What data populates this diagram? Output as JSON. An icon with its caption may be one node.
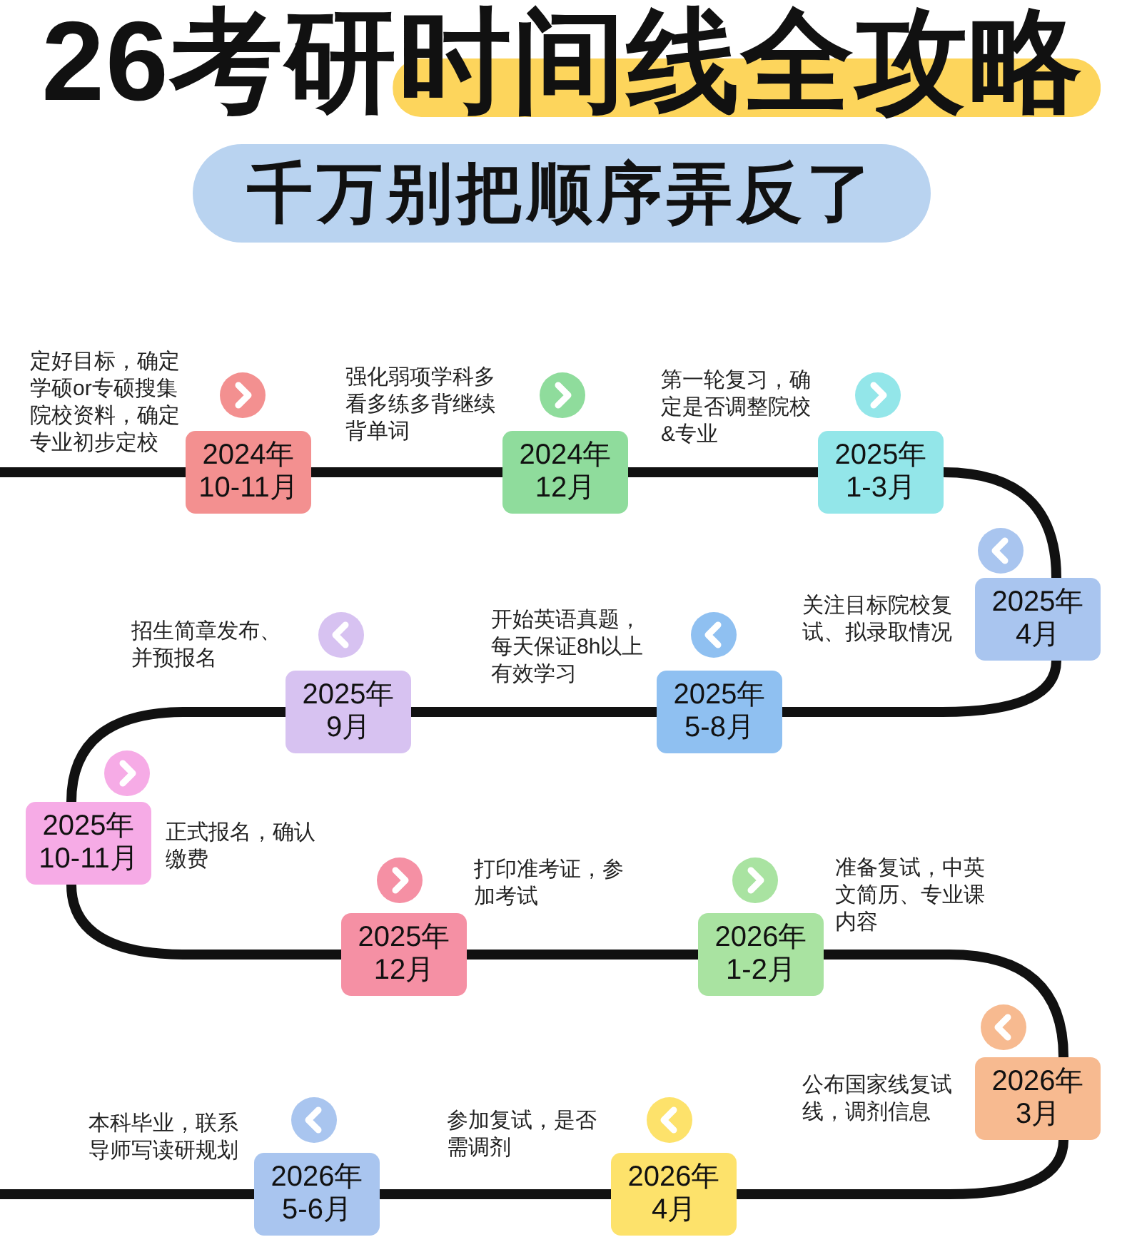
{
  "diagram": {
    "title": "26考研时间线全攻略",
    "nodes": [
      {
        "text": [
          "2024年10-11月"
        ],
        "beside": [
          "定好目标，确定学硕or专硕搜集院校资料，确定专业初步定校"
        ]
      },
      {
        "text": [
          "2024年12月"
        ],
        "beside": [
          "强化弱项学科多看多练多背继续背单词"
        ]
      },
      {
        "text": [
          "2025年1-3月"
        ],
        "beside": [
          "第一轮复习，确定是否调整院校&专业"
        ]
      },
      {
        "text": [
          "2025年4月"
        ],
        "beside": [
          "关注目标院校复试、拟录取情况"
        ]
      },
      {
        "text": [
          "2025年5-8月"
        ],
        "beside": [
          "开始英语真题，每天保证8h以上有效学习"
        ]
      },
      {
        "text": [
          "2025年9月"
        ],
        "beside": [
          "招生简章发布、并预报名"
        ]
      },
      {
        "text": [
          "2025年10-11月"
        ],
        "beside": [
          "正式报名，确认缴费"
        ]
      },
      {
        "text": [
          "2025年12月"
        ],
        "beside": [
          "打印准考证，参加考试"
        ]
      },
      {
        "text": [
          "2026年1-2月"
        ],
        "beside": [
          "准备复试，中英文简历、专业课内容"
        ]
      },
      {
        "text": [
          "2026年3月"
        ],
        "beside": [
          "公布国家线复试线，调剂信息"
        ]
      },
      {
        "text": [
          "2026年4月"
        ],
        "beside": [
          "参加复试，是否需调剂"
        ]
      },
      {
        "text": [
          "2026年5-6月"
        ],
        "beside": [
          "本科毕业，联系导师写读研规划"
        ]
      }
    ],
    "edges": [
      {
        "from": null,
        "to": 0,
        "arrow": "none"
      },
      {
        "from": 0,
        "to": 1,
        "arrow": "none"
      },
      {
        "from": 1,
        "to": 2,
        "arrow": "none"
      },
      {
        "from": 2,
        "to": 3,
        "arrow": "none"
      },
      {
        "from": 3,
        "to": 4,
        "arrow": "none"
      },
      {
        "from": 4,
        "to": 5,
        "arrow": "none"
      },
      {
        "from": 5,
        "to": 6,
        "arrow": "none"
      },
      {
        "from": 6,
        "to": 7,
        "arrow": "none"
      },
      {
        "from": 7,
        "to": 8,
        "arrow": "none"
      },
      {
        "from": 8,
        "to": 9,
        "arrow": "none"
      },
      {
        "from": 9,
        "to": 10,
        "arrow": "none"
      },
      {
        "from": 10,
        "to": 11,
        "arrow": "none"
      },
      {
        "from": 11,
        "to": null,
        "arrow": "none"
      }
    ],
    "labels": [
      "千万别把顺序弄反了"
    ]
  }
}
